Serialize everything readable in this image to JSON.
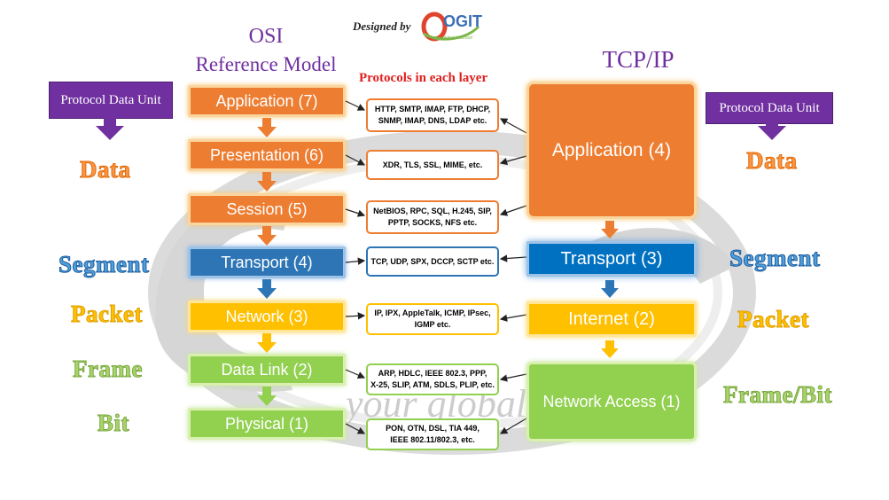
{
  "header": {
    "designed_by": "Designed by",
    "logo_text": "OGIT",
    "logo_tagline": "your global-it-school",
    "osi_title_line1": "OSI",
    "osi_title_line2": "Reference Model",
    "protocols_title": "Protocols in each layer",
    "tcpip_title": "TCP/IP"
  },
  "pdu_header": {
    "left": "Protocol Data Unit",
    "right": "Protocol Data Unit"
  },
  "osi_layers": [
    {
      "label": "Application (7)",
      "color": "#ed7d31"
    },
    {
      "label": "Presentation (6)",
      "color": "#ed7d31"
    },
    {
      "label": "Session (5)",
      "color": "#ed7d31"
    },
    {
      "label": "Transport (4)",
      "color": "#2e75b6"
    },
    {
      "label": "Network (3)",
      "color": "#ffc000"
    },
    {
      "label": "Data Link (2)",
      "color": "#92d050"
    },
    {
      "label": "Physical (1)",
      "color": "#92d050"
    }
  ],
  "protocols": [
    {
      "text": "HTTP, SMTP, IMAP, FTP, DHCP,\nSNMP, IMAP, DNS, LDAP etc.",
      "border": "#ed7d31"
    },
    {
      "text": "XDR, TLS, SSL, MIME, etc.",
      "border": "#ed7d31"
    },
    {
      "text": "NetBIOS, RPC, SQL, H.245, SIP,\nPPTP, SOCKS, NFS etc.",
      "border": "#ed7d31"
    },
    {
      "text": "TCP, UDP, SPX, DCCP, SCTP etc.",
      "border": "#2e75b6"
    },
    {
      "text": "IP, IPX, AppleTalk, ICMP, IPsec,\nIGMP etc.",
      "border": "#ffc000"
    },
    {
      "text": "ARP, HDLC, IEEE 802.3, PPP,\nX-25, SLIP, ATM, SDLS, PLIP, etc.",
      "border": "#92d050"
    },
    {
      "text": "PON, OTN, DSL, TIA 449,\nIEEE 802.11/802.3, etc.",
      "border": "#92d050"
    }
  ],
  "tcpip_layers": [
    {
      "label": "Application (4)",
      "color": "#ed7d31"
    },
    {
      "label": "Transport (3)",
      "color": "#0070c0"
    },
    {
      "label": "Internet (2)",
      "color": "#ffc000"
    },
    {
      "label": "Network Access (1)",
      "color": "#92d050"
    }
  ],
  "pdu_left": [
    {
      "label": "Data",
      "color": "#f79646"
    },
    {
      "label": "Segment",
      "color": "#4f9fdc"
    },
    {
      "label": "Packet",
      "color": "#ffc000"
    },
    {
      "label": "Frame",
      "color": "#a9d46b"
    },
    {
      "label": "Bit",
      "color": "#a9d46b"
    }
  ],
  "pdu_right": [
    {
      "label": "Data",
      "color": "#f79646"
    },
    {
      "label": "Segment",
      "color": "#4f9fdc"
    },
    {
      "label": "Packet",
      "color": "#ffc000"
    },
    {
      "label": "Frame/Bit",
      "color": "#a9d46b"
    }
  ]
}
